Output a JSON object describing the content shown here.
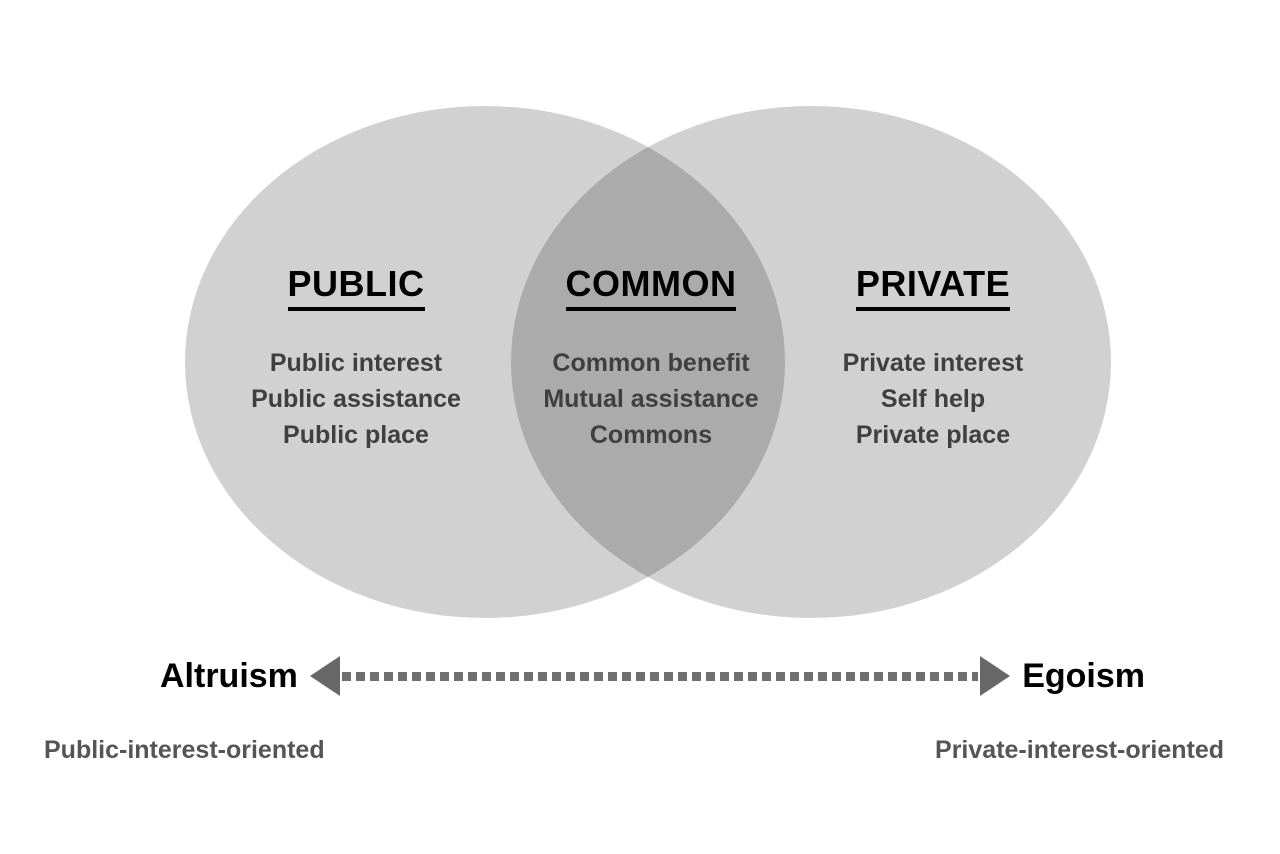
{
  "diagram": {
    "type": "venn",
    "regions": [
      {
        "label": "PUBLIC",
        "items": [
          "Public interest",
          "Public assistance",
          "Public place"
        ]
      },
      {
        "label": "COMMON",
        "items": [
          "Common benefit",
          "Mutual assistance",
          "Commons"
        ]
      },
      {
        "label": "PRIVATE",
        "items": [
          "Private interest",
          "Self help",
          "Private place"
        ]
      }
    ],
    "axis": {
      "left_label": "Altruism",
      "right_label": "Egoism"
    },
    "footer": {
      "left_label": "Public-interest-oriented",
      "right_label": "Private-interest-oriented"
    },
    "colors": {
      "circle_fill": "#d1d1d1",
      "overlap_fill": "#ababab",
      "header_text": "#000000",
      "item_text": "#3f3f3f",
      "footer_text": "#555555",
      "arrow": "#707070"
    }
  }
}
